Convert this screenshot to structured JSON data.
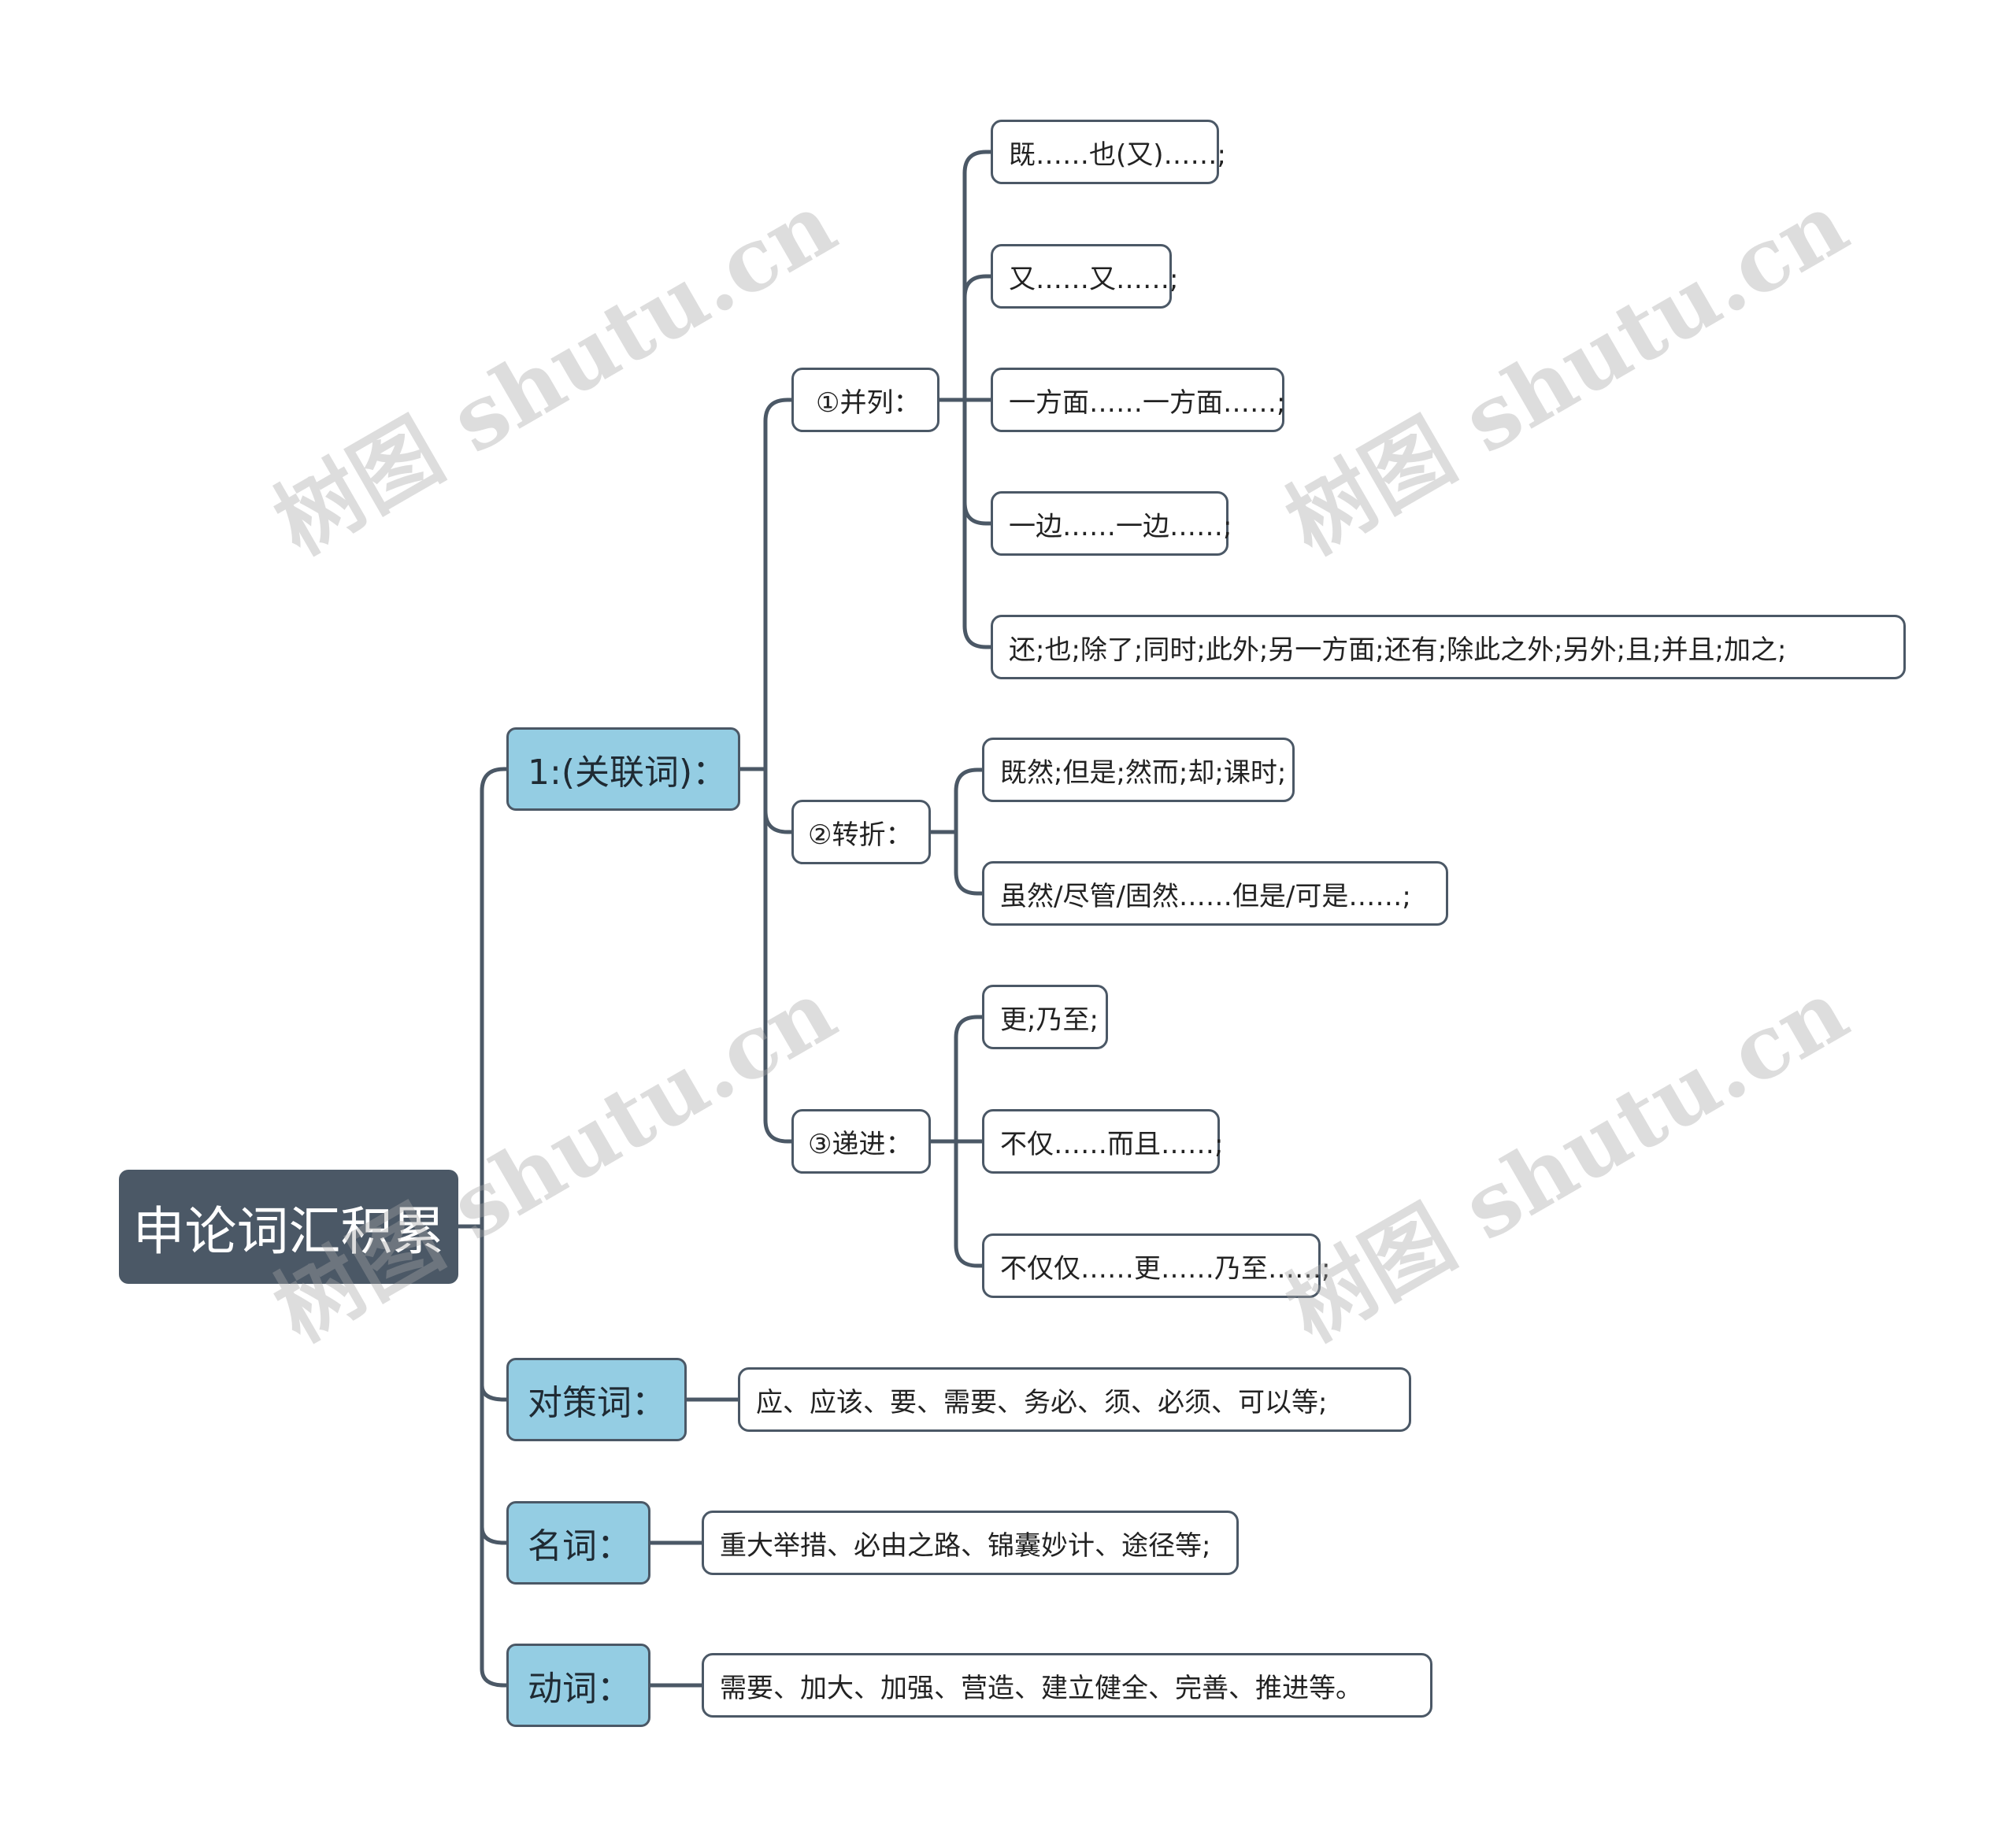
{
  "root": {
    "label": "申论词汇积累"
  },
  "branches": {
    "connectives": {
      "label": "1:(关联词)：",
      "parallel": {
        "label": "①并列：",
        "items": [
          "既……也(又)……;",
          "又……又……;",
          "一方面……一方面……;",
          "一边……一边……;",
          "还;也;除了;同时;此外;另一方面;还有;除此之外;另外;且;并且;加之;"
        ]
      },
      "contrast": {
        "label": "②转折：",
        "items": [
          "既然;但是;然而;却;课时;",
          "虽然/尽管/固然……但是/可是……;"
        ]
      },
      "progressive": {
        "label": "③递进：",
        "items": [
          "更;乃至;",
          "不仅……而且……;",
          "不仅仅……更……乃至……;"
        ]
      }
    },
    "countermeasure": {
      "label": "对策词：",
      "item": "应、应该、要、需要、务必、须、必须、可以等;"
    },
    "nouns": {
      "label": "名词：",
      "item": "重大举措、必由之路、锦囊妙计、途径等;"
    },
    "verbs": {
      "label": "动词：",
      "item": "需要、加大、加强、营造、建立健全、完善、推进等。"
    }
  },
  "watermark": "树图 shutu.cn",
  "colors": {
    "root_fill": "#4b5866",
    "branch_fill": "#94cde3",
    "line": "#4b5866"
  }
}
